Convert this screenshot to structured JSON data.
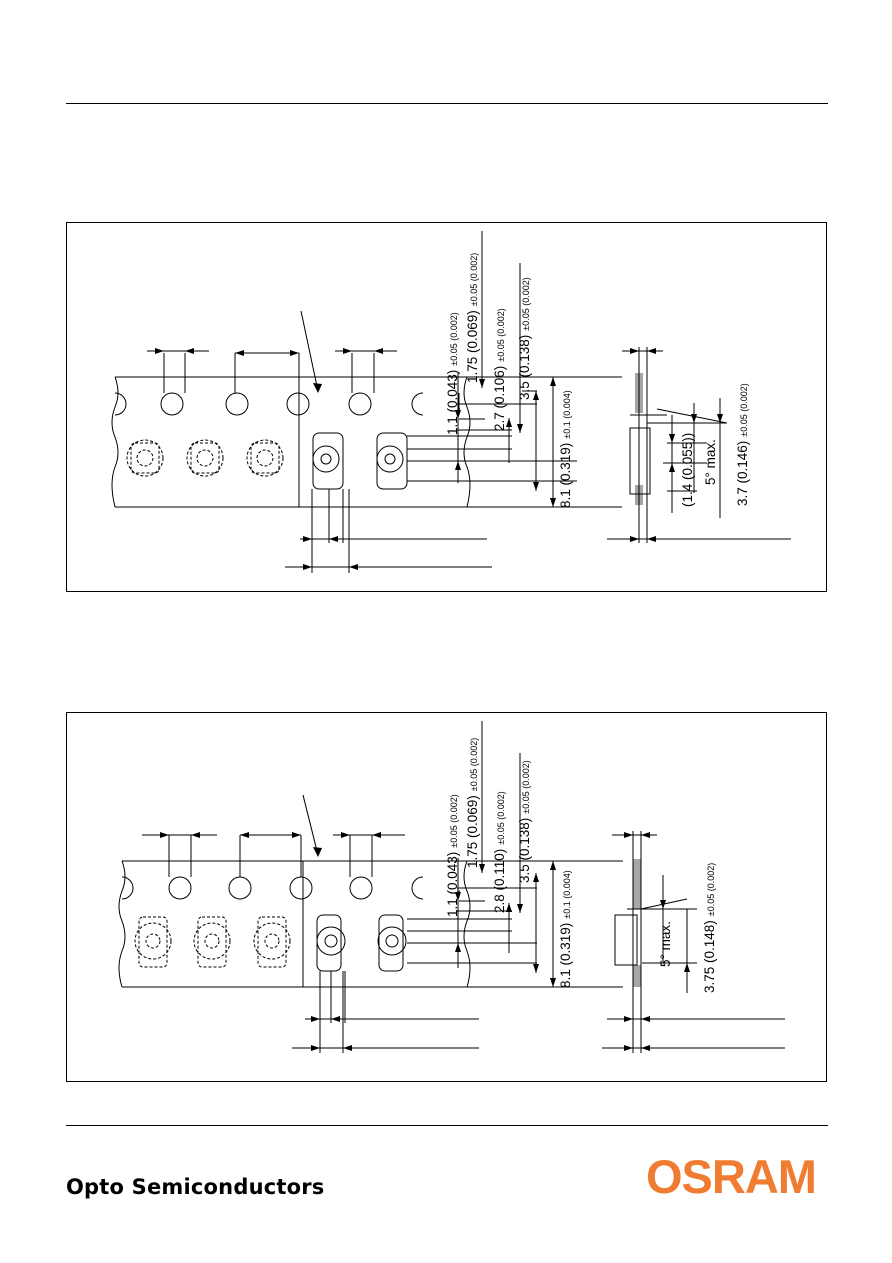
{
  "footer": {
    "company": "Opto Semiconductors",
    "logo_text": "OSRAM"
  },
  "colors": {
    "logo": "#f07c32",
    "line": "#000000"
  },
  "drawing1": {
    "dims": [
      {
        "main": "1.1 (0.043)",
        "tol": "±0.05 (0.002)"
      },
      {
        "main": "1.75 (0.069)",
        "tol": "±0.05 (0.002)"
      },
      {
        "main": "2.7 (0.106)",
        "tol": "±0.05 (0.002)"
      },
      {
        "main": "3.5 (0.138)",
        "tol": "±0.05 (0.002)"
      },
      {
        "main": "8.1 (0.319)",
        "tol": "±0.1 (0.004)"
      }
    ],
    "side": [
      {
        "main": "(1.4 (0.055))",
        "tol": ""
      },
      {
        "main": "5° max.",
        "tol": ""
      },
      {
        "main": "3.7 (0.146)",
        "tol": "±0.05 (0.002)"
      }
    ]
  },
  "drawing2": {
    "dims": [
      {
        "main": "1.1 (0.043)",
        "tol": "±0.05 (0.002)"
      },
      {
        "main": "1.75 (0.069)",
        "tol": "±0.05 (0.002)"
      },
      {
        "main": "2.8 (0.110)",
        "tol": "±0.05 (0.002)"
      },
      {
        "main": "3.5 (0.138)",
        "tol": "±0.05 (0.002)"
      },
      {
        "main": "8.1 (0.319)",
        "tol": "±0.1 (0.004)"
      }
    ],
    "side": [
      {
        "main": "5° max.",
        "tol": ""
      },
      {
        "main": "3.75 (0.148)",
        "tol": "±0.05 (0.002)"
      }
    ]
  }
}
